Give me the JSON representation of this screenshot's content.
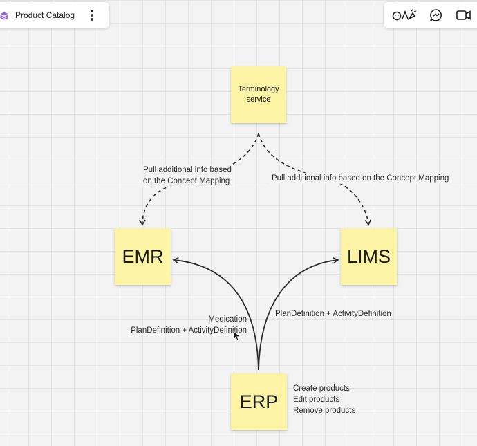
{
  "board": {
    "title": "Product Catalog",
    "icon": "layers-icon",
    "menu_icon": "vertical-ellipsis-icon"
  },
  "toolbar": {
    "tools": [
      {
        "name": "reactions-icon"
      },
      {
        "name": "chat-icon"
      },
      {
        "name": "video-icon"
      }
    ]
  },
  "nodes": {
    "terminology": {
      "text": "Terminology\nservice"
    },
    "emr": {
      "text": "EMR"
    },
    "lims": {
      "text": "LIMS"
    },
    "erp": {
      "text": "ERP"
    }
  },
  "edges": {
    "term_to_emr": {
      "label": [
        "Pull additional info based",
        "on the Concept Mapping"
      ],
      "style": "dashed"
    },
    "term_to_lims": {
      "label": [
        "Pull additional info based on the Concept Mapping"
      ],
      "style": "dashed"
    },
    "erp_to_emr": {
      "label": [
        "Medication",
        "PlanDefinition + ActivityDefinition"
      ],
      "style": "solid"
    },
    "erp_to_lims": {
      "label": [
        "PlanDefinition + ActivityDefinition"
      ],
      "style": "solid"
    }
  },
  "erp_notes": [
    "Create products",
    "Edit products",
    "Remove products"
  ],
  "colors": {
    "sticky": "#fcf3a4",
    "edge": "#2a2a2a",
    "board_icon": "#8b5cf6"
  }
}
